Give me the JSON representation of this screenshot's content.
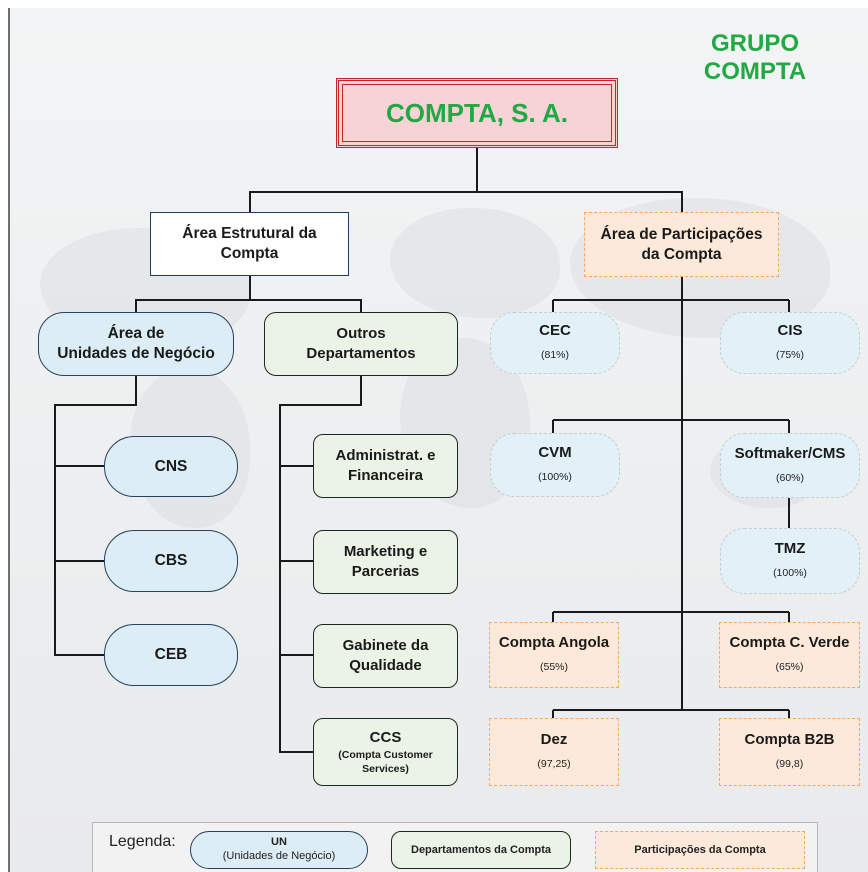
{
  "group_title": [
    "GRUPO",
    "COMPTA"
  ],
  "company": "COMPTA, S. A.",
  "structural_area": [
    "Área Estrutural da",
    "Compta"
  ],
  "participations_area": [
    "Área de Participações",
    "da Compta"
  ],
  "business_units_area": [
    "Área de",
    "Unidades de Negócio"
  ],
  "other_departments": [
    "Outros",
    "Departamentos"
  ],
  "business_units": [
    "CNS",
    "CBS",
    "CEB"
  ],
  "departments": [
    {
      "lines": [
        "Administrat. e",
        "Financeira"
      ]
    },
    {
      "lines": [
        "Marketing e",
        "Parcerias"
      ]
    },
    {
      "lines": [
        "Gabinete da",
        "Qualidade"
      ]
    },
    {
      "lines": [
        "CCS"
      ],
      "sub": [
        "(Compta Customer",
        "Services)"
      ]
    }
  ],
  "subsidiaries_blue": [
    {
      "name": "CEC",
      "pct": "(81%)"
    },
    {
      "name": "CIS",
      "pct": "(75%)"
    },
    {
      "name": "CVM",
      "pct": "(100%)"
    },
    {
      "name": "Softmaker/CMS",
      "pct": "(60%)"
    },
    {
      "name": "TMZ",
      "pct": "(100%)"
    }
  ],
  "subsidiaries_orange": [
    {
      "name": "Compta Angola",
      "pct": "(55%)"
    },
    {
      "name": "Compta C. Verde",
      "pct": "(65%)"
    },
    {
      "name": "Dez",
      "pct": "(97,25)"
    },
    {
      "name": "Compta B2B",
      "pct": "(99,8)"
    }
  ],
  "legend": {
    "label": "Legenda:",
    "un_title": "UN",
    "un_sub": "(Unidades de Negócio)",
    "dept": "Departamentos da Compta",
    "part": "Participações da Compta"
  },
  "colors": {
    "green_title": "#22a844",
    "company_fill": "#f8d3d6",
    "company_border": "#c0262c",
    "structural_border": "#1f3c64",
    "participation_fill": "#fde9d9",
    "participation_border": "#f0a868",
    "un_fill": "#dcedf6",
    "dept_fill": "#eaf3e6"
  }
}
